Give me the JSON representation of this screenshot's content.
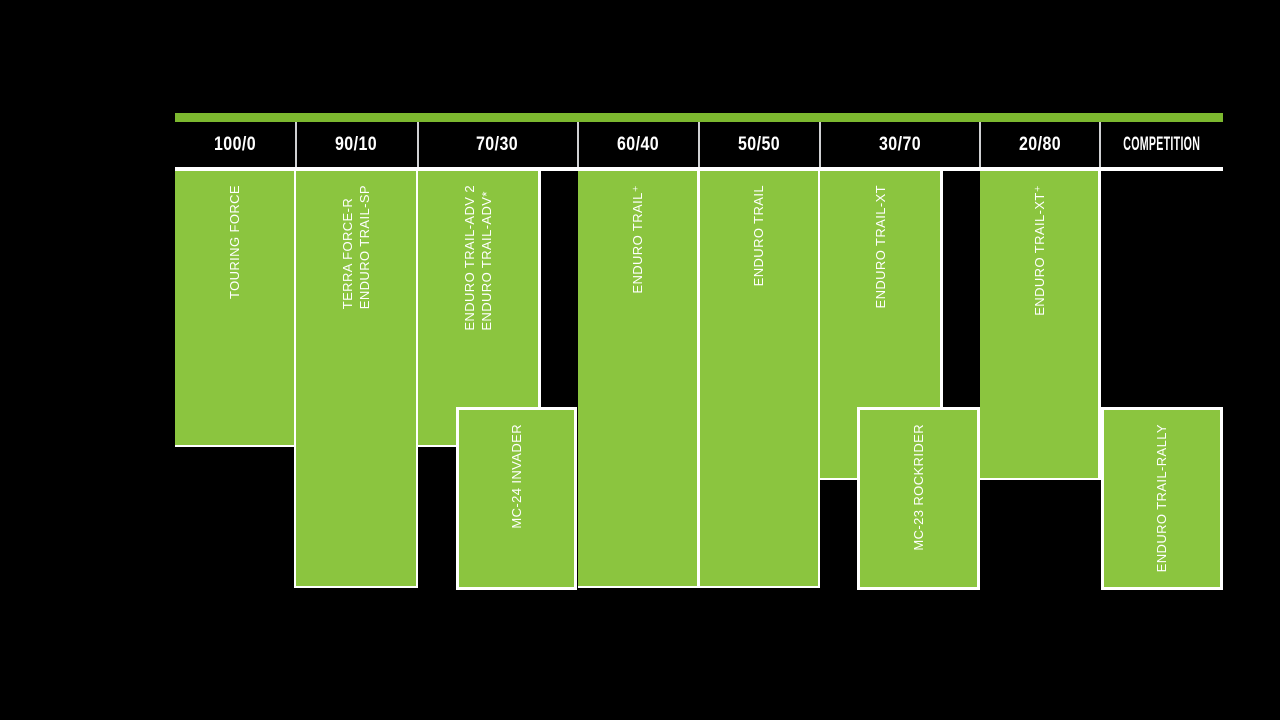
{
  "colors": {
    "background": "#000000",
    "accent_green": "#7cb82f",
    "bar_green": "#8bc53f",
    "text_white": "#ffffff",
    "header_separator": "#cfd0d2"
  },
  "header": {
    "categories": [
      {
        "id": "100-0",
        "label": "100/0"
      },
      {
        "id": "90-10",
        "label": "90/10"
      },
      {
        "id": "70-30",
        "label": "70/30"
      },
      {
        "id": "60-40",
        "label": "60/40"
      },
      {
        "id": "50-50",
        "label": "50/50"
      },
      {
        "id": "30-70",
        "label": "30/70"
      },
      {
        "id": "20-80",
        "label": "20/80"
      },
      {
        "id": "competition",
        "label": "COMPETITION"
      }
    ]
  },
  "bars": [
    {
      "id": "touring-force",
      "label": "TOURING FORCE",
      "category": "100/0",
      "tier": "upper"
    },
    {
      "id": "terra-force-r-enduro-trail-sp",
      "label": "TERRA FORCE-R\nENDURO TRAIL-SP",
      "category": "90/10",
      "tier": "full"
    },
    {
      "id": "enduro-trail-adv",
      "label": "ENDURO TRAIL-ADV 2\nENDURO TRAIL-ADV*",
      "category": "70/30",
      "tier": "upper"
    },
    {
      "id": "enduro-trail-plus",
      "label": "ENDURO TRAIL⁺",
      "category": "60/40",
      "tier": "full"
    },
    {
      "id": "enduro-trail",
      "label": "ENDURO TRAIL",
      "category": "50/50",
      "tier": "full"
    },
    {
      "id": "enduro-trail-xt",
      "label": "ENDURO TRAIL-XT",
      "category": "30/70",
      "tier": "upper"
    },
    {
      "id": "enduro-trail-xt-plus",
      "label": "ENDURO TRAIL-XT⁺",
      "category": "20/80",
      "tier": "upper"
    },
    {
      "id": "mc-24-invader",
      "label": "MC-24 INVADER",
      "category": "70/30",
      "tier": "lower"
    },
    {
      "id": "mc-23-rockrider",
      "label": "MC-23 ROCKRIDER",
      "category": "30/70",
      "tier": "lower"
    },
    {
      "id": "enduro-trail-rally",
      "label": "ENDURO TRAIL-RALLY",
      "category": "COMPETITION",
      "tier": "lower"
    }
  ],
  "chart_data": {
    "type": "table",
    "title": "",
    "columns": [
      "100/0",
      "90/10",
      "70/30",
      "60/40",
      "50/50",
      "30/70",
      "20/80",
      "COMPETITION"
    ],
    "rows": [
      {
        "tier": "upper",
        "cells": {
          "100/0": "TOURING FORCE",
          "90/10": "TERRA FORCE-R, ENDURO TRAIL-SP",
          "70/30": "ENDURO TRAIL-ADV 2, ENDURO TRAIL-ADV*",
          "60/40": "ENDURO TRAIL⁺",
          "50/50": "ENDURO TRAIL",
          "30/70": "ENDURO TRAIL-XT",
          "20/80": "ENDURO TRAIL-XT⁺"
        }
      },
      {
        "tier": "lower",
        "cells": {
          "70/30": "MC-24 INVADER",
          "30/70": "MC-23 ROCKRIDER",
          "COMPETITION": "ENDURO TRAIL-RALLY"
        }
      }
    ],
    "legend_position": "none",
    "grid": false
  }
}
